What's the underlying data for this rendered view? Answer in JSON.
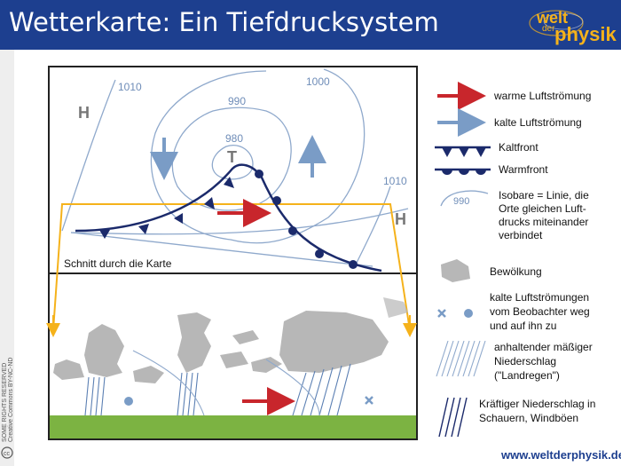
{
  "title": "Wetterkarte: Ein Tiefdrucksystem",
  "logo": {
    "top": "welt",
    "middle": "der",
    "bottom": "physik"
  },
  "license": {
    "line1": "SOME RIGHTS RESERVED",
    "line2": "Creative Commons BY-NC-ND"
  },
  "footer_url": "www.weltderphysik.de",
  "map": {
    "high_left": "H",
    "high_right": "H",
    "low": "T",
    "isobars": {
      "a": "1010",
      "b": "1000",
      "c": "990",
      "d": "980",
      "e": "1010"
    },
    "section_label": "Schnitt durch die Karte"
  },
  "legend": {
    "warm_flow": "warme Luftströmung",
    "cold_flow": "kalte Luftströmung",
    "cold_front": "Kaltfront",
    "warm_front": "Warmfront",
    "isobar_sample": "990",
    "isobar_desc": [
      "Isobare = Linie, die",
      "Orte gleichen Luft-",
      "drucks miteinander",
      "verbindet"
    ],
    "clouds": "Bewölkung",
    "cold_dir": [
      "kalte Luftströmungen",
      "vom Beobachter weg",
      "und auf ihn zu"
    ],
    "steady_rain": [
      "anhaltender mäßiger",
      "Niederschlag",
      "(\"Landregen\")"
    ],
    "heavy_rain": [
      "Kräftiger Niederschlag in",
      "Schauern, Windböen"
    ]
  },
  "colors": {
    "header": "#1d3f8f",
    "accent": "#f5b21b",
    "warm": "#c8262c",
    "cold": "#7a9cc6",
    "front": "#1b2a6b",
    "ground": "#7cb342"
  }
}
